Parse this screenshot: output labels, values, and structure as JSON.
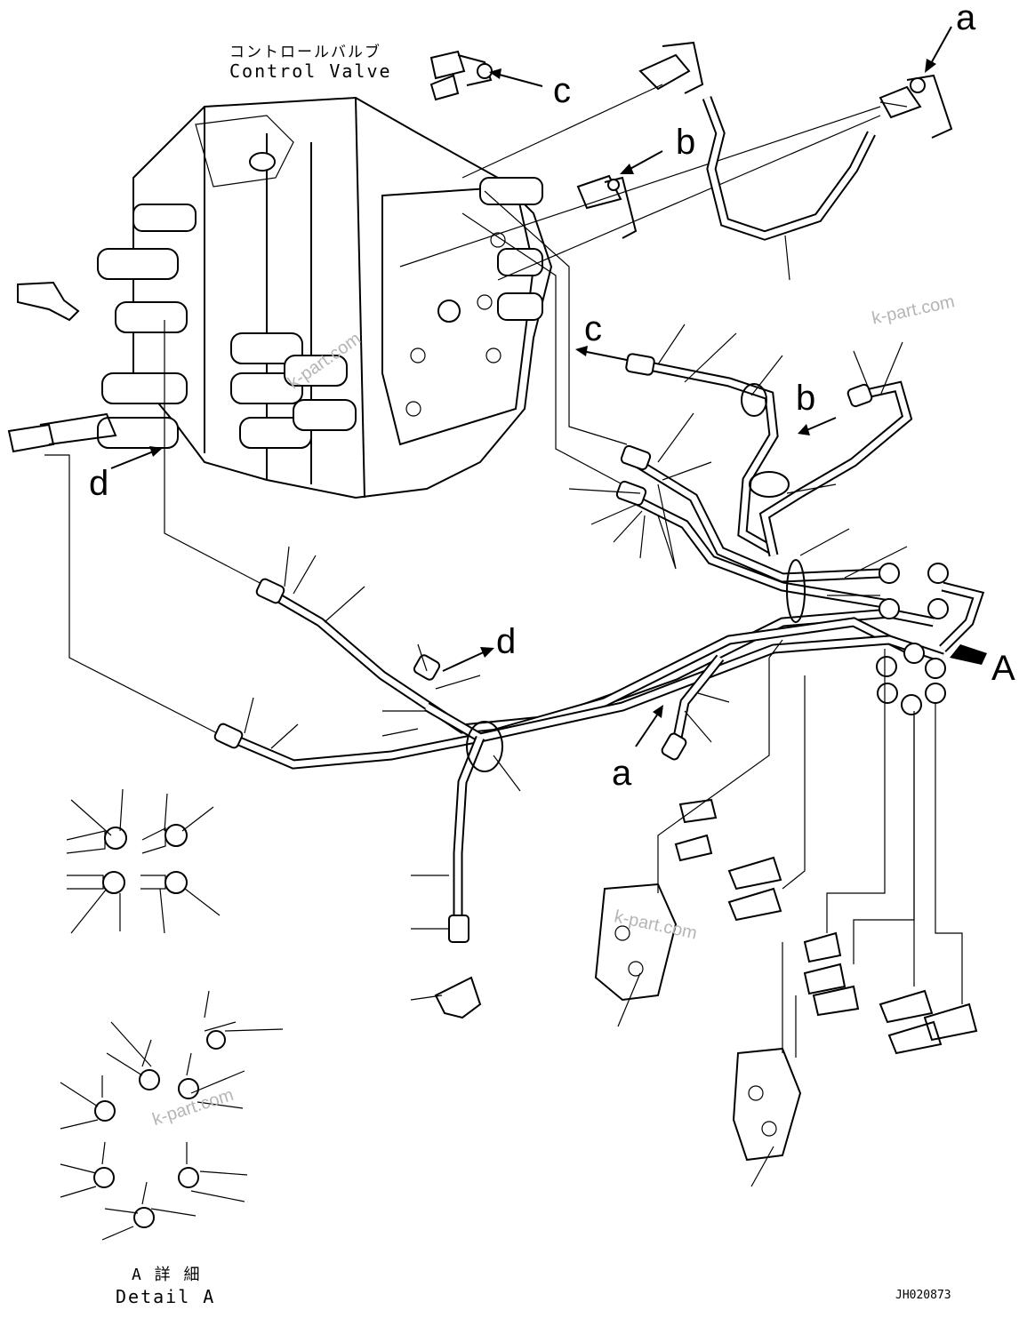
{
  "diagram": {
    "title_jp": "コントロールバルブ",
    "title_en": "Control Valve",
    "detail_jp": "A 詳 細",
    "detail_en": "Detail A",
    "drawing_code": "JH020873",
    "watermark": "k-part.com",
    "ref_letters": {
      "a_top": "a",
      "b_top": "b",
      "c_top": "c",
      "c_mid": "c",
      "b_mid": "b",
      "d_left": "d",
      "d_mid": "d",
      "a_bottom": "a",
      "view_A": "A"
    }
  }
}
